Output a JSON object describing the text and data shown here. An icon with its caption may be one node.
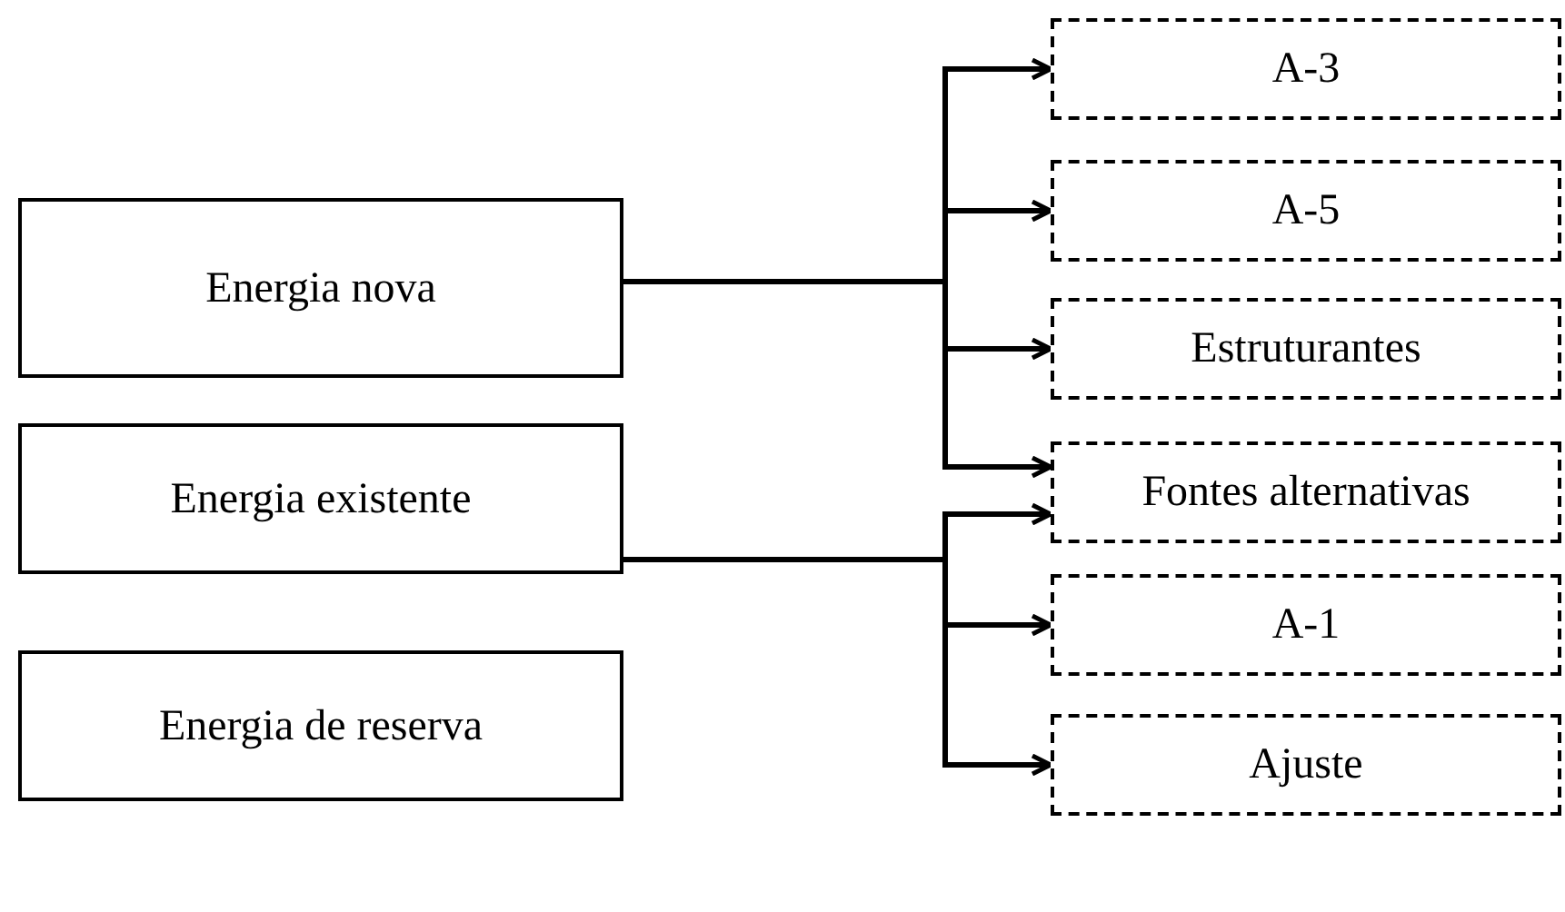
{
  "diagram": {
    "nodes": [
      {
        "text": [
          "Energia nova"
        ]
      },
      {
        "text": [
          "Energia existente"
        ]
      },
      {
        "text": [
          "Energia de reserva"
        ]
      },
      {
        "text": [
          "A-3"
        ]
      },
      {
        "text": [
          "A-5"
        ]
      },
      {
        "text": [
          "Estruturantes"
        ]
      },
      {
        "text": [
          "Fontes alternativas"
        ]
      },
      {
        "text": [
          "A-1"
        ]
      },
      {
        "text": [
          "Ajuste"
        ]
      }
    ],
    "edges": [
      {
        "from": 0,
        "to": 3,
        "arrow": "to"
      },
      {
        "from": 0,
        "to": 4,
        "arrow": "to"
      },
      {
        "from": 0,
        "to": 5,
        "arrow": "to"
      },
      {
        "from": 0,
        "to": 6,
        "arrow": "to"
      },
      {
        "from": 1,
        "to": 6,
        "arrow": "to"
      },
      {
        "from": 1,
        "to": 7,
        "arrow": "to"
      },
      {
        "from": 1,
        "to": 8,
        "arrow": "to"
      }
    ]
  }
}
